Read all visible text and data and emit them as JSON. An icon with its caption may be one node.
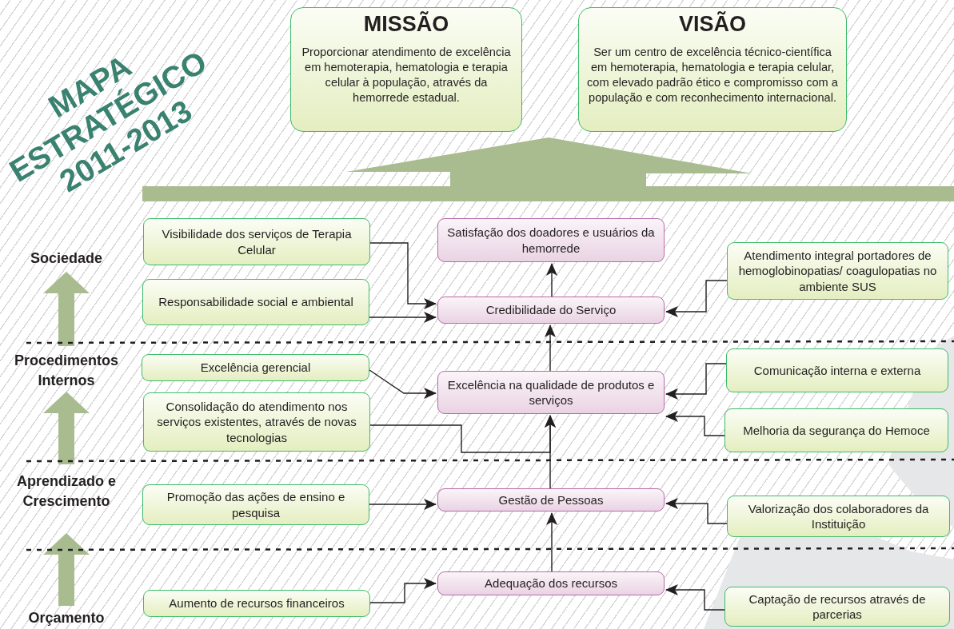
{
  "diagram": {
    "title": "MAPA ESTRATÉGICO 2011-2013",
    "nodes": [
      {
        "text": [
          "MISSÃO",
          "Proporcionar atendimento de excelência em hemoterapia, hematologia e terapia celular à população, através da hemorrede estadual."
        ]
      },
      {
        "text": [
          "VISÃO",
          "Ser um centro de excelência técnico-científica em hemoterapia, hematologia e terapia celular, com elevado padrão ético e compromisso com a população e com reconhecimento internacional."
        ]
      },
      {
        "text": [
          "Visibilidade dos serviços de Terapia Celular"
        ]
      },
      {
        "text": [
          "Responsabilidade social e ambiental"
        ]
      },
      {
        "text": [
          "Satisfação dos doadores e usuários da hemorrede"
        ]
      },
      {
        "text": [
          "Atendimento integral portadores de hemoglobinopatias/ coagulopatias no ambiente SUS"
        ]
      },
      {
        "text": [
          "Credibilidade do Serviço"
        ]
      },
      {
        "text": [
          "Excelência gerencial"
        ]
      },
      {
        "text": [
          "Consolidação do atendimento nos serviços existentes, através de novas tecnologias"
        ]
      },
      {
        "text": [
          "Excelência na qualidade de produtos e serviços"
        ]
      },
      {
        "text": [
          "Comunicação interna e externa"
        ]
      },
      {
        "text": [
          "Melhoria da segurança do Hemoce"
        ]
      },
      {
        "text": [
          "Promoção das ações de ensino e pesquisa"
        ]
      },
      {
        "text": [
          "Gestão de Pessoas"
        ]
      },
      {
        "text": [
          "Valorização dos colaboradores da Instituição"
        ]
      },
      {
        "text": [
          "Aumento de recursos financeiros"
        ]
      },
      {
        "text": [
          "Adequação dos recursos"
        ]
      },
      {
        "text": [
          "Captação de recursos através de parcerias"
        ]
      }
    ],
    "edges": [
      {
        "from": 2,
        "to": 6,
        "arrow": "to"
      },
      {
        "from": 3,
        "to": 6,
        "arrow": "to"
      },
      {
        "from": 5,
        "to": 6,
        "arrow": "to"
      },
      {
        "from": 6,
        "to": 4,
        "arrow": "to"
      },
      {
        "from": 7,
        "to": 9,
        "arrow": "to"
      },
      {
        "from": 8,
        "to": 9,
        "arrow": "to"
      },
      {
        "from": 10,
        "to": 9,
        "arrow": "to"
      },
      {
        "from": 11,
        "to": 9,
        "arrow": "to"
      },
      {
        "from": 9,
        "to": 6,
        "arrow": "to"
      },
      {
        "from": 12,
        "to": 13,
        "arrow": "to"
      },
      {
        "from": 14,
        "to": 13,
        "arrow": "to"
      },
      {
        "from": 13,
        "to": 9,
        "arrow": "to"
      },
      {
        "from": 15,
        "to": 16,
        "arrow": "to"
      },
      {
        "from": 17,
        "to": 16,
        "arrow": "to"
      },
      {
        "from": 16,
        "to": 13,
        "arrow": "to"
      }
    ],
    "labels": [
      "Sociedade",
      "Procedimentos Internos",
      "Aprendizado e Crescimento",
      "Orçamento"
    ]
  }
}
